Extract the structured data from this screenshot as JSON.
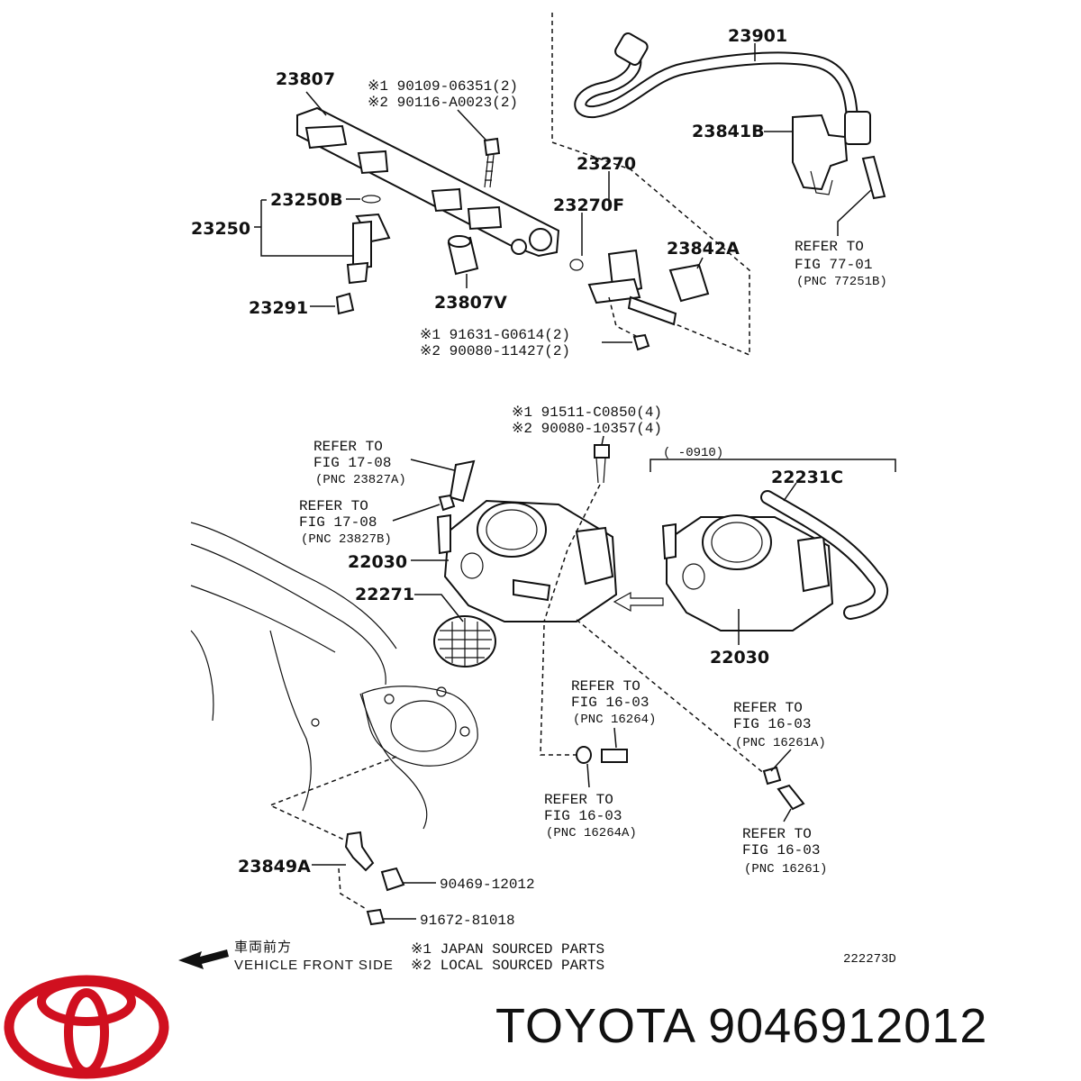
{
  "diagram_id": "222273D",
  "top_section": {
    "hose": "23901",
    "rail": "23807",
    "rail_bolt_line1": "※1  90109-06351(2)",
    "rail_bolt_line2": "※2  90116-A0023(2)",
    "vsv": "23841B",
    "regulator": "23270",
    "regulator_oring": "23270F",
    "injector_oring": "23250B",
    "injector": "23250",
    "clip": "23842A",
    "spacer": "23807V",
    "insulator": "23291",
    "reg_bolt_line1": "※1  91631-G0614(2)",
    "reg_bolt_line2": "※2  90080-11427(2)",
    "refer_a": [
      "REFER  TO",
      "FIG  77-01",
      "(PNC  77251B)"
    ]
  },
  "bottom_section": {
    "tb_bolt_line1": "※1  91511-C0850(4)",
    "tb_bolt_line2": "※2  90080-10357(4)",
    "refer_b": [
      "REFER  TO",
      "FIG  17-08",
      "(PNC  23827A)"
    ],
    "refer_c": [
      "REFER  TO",
      "FIG  17-08",
      "(PNC  23827B)"
    ],
    "bracket_note": "(      -0910)",
    "hose_c": "22231C",
    "throttle_body": "22030",
    "throttle_body_alt": "22030",
    "gasket": "22271",
    "refer_d": [
      "REFER  TO",
      "FIG  16-03",
      "(PNC  16264)"
    ],
    "refer_e": [
      "REFER  TO",
      "FIG  16-03",
      "(PNC  16261A)"
    ],
    "refer_f": [
      "REFER  TO",
      "FIG  16-03",
      "(PNC  16264A)"
    ],
    "refer_g": [
      "REFER  TO",
      "FIG  16-03",
      "(PNC  16261)"
    ],
    "sensor_bracket": "23849A",
    "sensor": "90469-12012",
    "sensor_bolt": "91672-81018"
  },
  "legend": {
    "front_jp": "車両前方",
    "front_en": "VEHICLE FRONT SIDE",
    "note1": "※1  JAPAN  SOURCED  PARTS",
    "note2": "※2  LOCAL  SOURCED  PARTS"
  },
  "brand": {
    "name": "TOYOTA",
    "part_number": "9046912012",
    "logo_color": "#d0101f"
  }
}
